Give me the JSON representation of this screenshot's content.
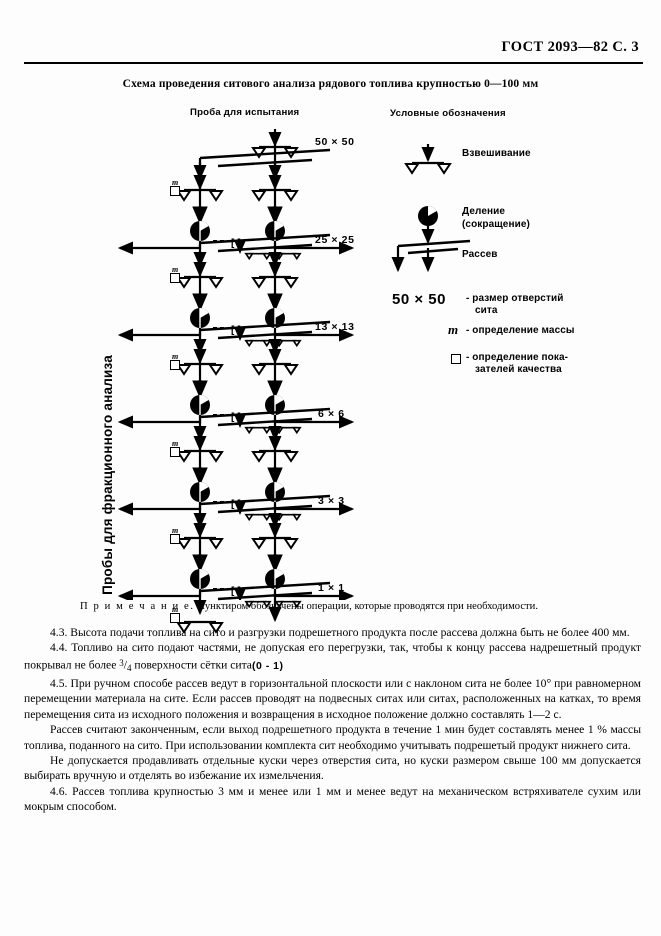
{
  "header": {
    "standard_ref": "ГОСТ 2093—82 С. 3"
  },
  "figure": {
    "title": "Схема проведения ситового анализа рядового топлива крупностью 0—100 мм",
    "column_title_sample": "Проба для испытания",
    "vertical_axis_label": "Пробы для фракционного анализа",
    "sieve_sizes": [
      "50 × 50",
      "25 × 25",
      "13 × 13",
      "6 × 6",
      "3 × 3",
      "1 × 1"
    ],
    "bottom_fraction": "(0 - 1)",
    "mass_symbol": "m",
    "dashed_marker": "[ ]"
  },
  "legend": {
    "title": "Условные обозначения",
    "items": [
      {
        "symbol": "balance-icon",
        "label": "Взвешивание"
      },
      {
        "symbol": "divider-icon",
        "label": "Деление\n(сокращение)"
      },
      {
        "symbol": "screening-icon",
        "label": "Рассев"
      }
    ],
    "weighing_label": "Взвешивание",
    "dividing_label_line1": "Деление",
    "dividing_label_line2": "(сокращение)",
    "screening_label": "Рассев",
    "size_symbol": "50 × 50",
    "size_desc_line1": "- размер отверстий",
    "size_desc_line2": "сита",
    "mass_symbol": "m",
    "mass_desc": "- определение массы",
    "quality_desc_line1": "- определение пока-",
    "quality_desc_line2": "зателей качества"
  },
  "note": {
    "label": "П р и м е ч а н и е.",
    "text": "Пунктиром обозначены операции, которые проводятся при необходимости."
  },
  "clauses": [
    {
      "id": "4.3",
      "text": "4.3.  Высота подачи топлива на сито и разгрузки подрешетного продукта после рассева должна быть не более 400 мм."
    },
    {
      "id": "4.4",
      "text_before": "4.4.  Топливо на сито подают частями, не допуская его перегрузки, так, чтобы к концу рассева надрешетный продукт покрывал не более ",
      "fraction_num": "3",
      "fraction_den": "4",
      "text_after": " поверхности сётки сита."
    },
    {
      "id": "4.5",
      "text": "4.5.  При ручном способе рассев ведут в горизонтальной плоскости или с наклоном сита не более 10° при равномерном перемещении материала на сите. Если рассев проводят на подвесных ситах или ситах, расположенных на катках, то время перемещения сита из исходного положения и возвращения в исходное положение должно составлять 1—2 с."
    },
    {
      "id": "p1",
      "text": "Рассев считают законченным, если выход подрешетного продукта в течение 1 мин будет составлять менее 1 % массы топлива, поданного на сито. При использовании комплекта сит необходимо учитывать подрешетый продукт нижнего сита."
    },
    {
      "id": "p2",
      "text": "Не допускается продавливать отдельные куски через отверстия сита, но куски размером свыше 100 мм допускается выбирать вручную и отделять во избежание их измельчения."
    },
    {
      "id": "4.6",
      "text": "4.6.  Рассев топлива крупностью 3 мм и менее или 1 мм и менее ведут на механическом встряхивателе сухим или мокрым способом."
    }
  ]
}
